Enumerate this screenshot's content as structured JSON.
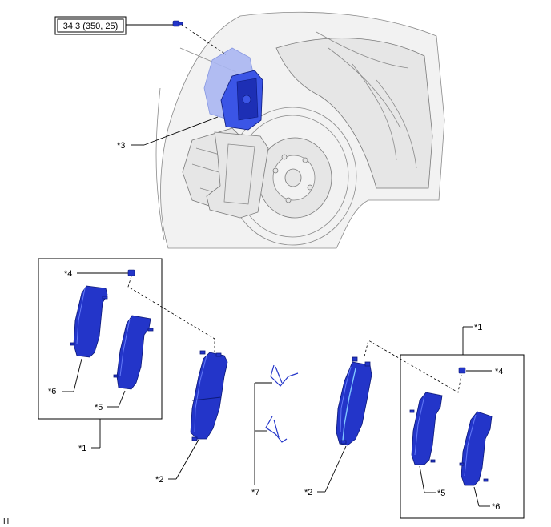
{
  "torque_spec": "34.3 (350, 25)",
  "callouts": {
    "c1_left": "*1",
    "c1_right": "*1",
    "c2_left": "*2",
    "c2_right": "*2",
    "c3": "*3",
    "c4_left": "*4",
    "c4_right": "*4",
    "c5_left": "*5",
    "c5_right": "*5",
    "c6_left": "*6",
    "c6_right": "*6",
    "c7": "*7"
  },
  "corner_code": "H",
  "colors": {
    "part_blue": "#2335c9",
    "caliper_blue": "#3b55e6",
    "body_gray": "#e6e6e6"
  }
}
